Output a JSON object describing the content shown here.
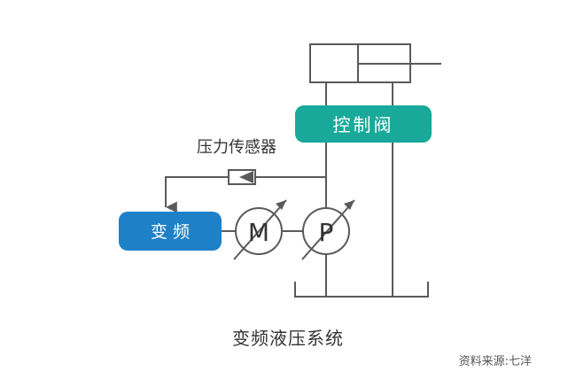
{
  "diagram": {
    "control_valve_label": "控制阀",
    "sensor_label": "压力传感器",
    "vfd_label": "变 频",
    "motor_symbol": "M",
    "pump_symbol": "P",
    "caption": "变频液压系统",
    "source_note": "资料来源:七洋"
  },
  "colors": {
    "line": "#5a5a5a",
    "valve_fill": "#18a99a",
    "vfd_fill": "#1e81c8",
    "label_text": "#ffffff",
    "body_text": "#333333",
    "note_text": "#555555"
  }
}
